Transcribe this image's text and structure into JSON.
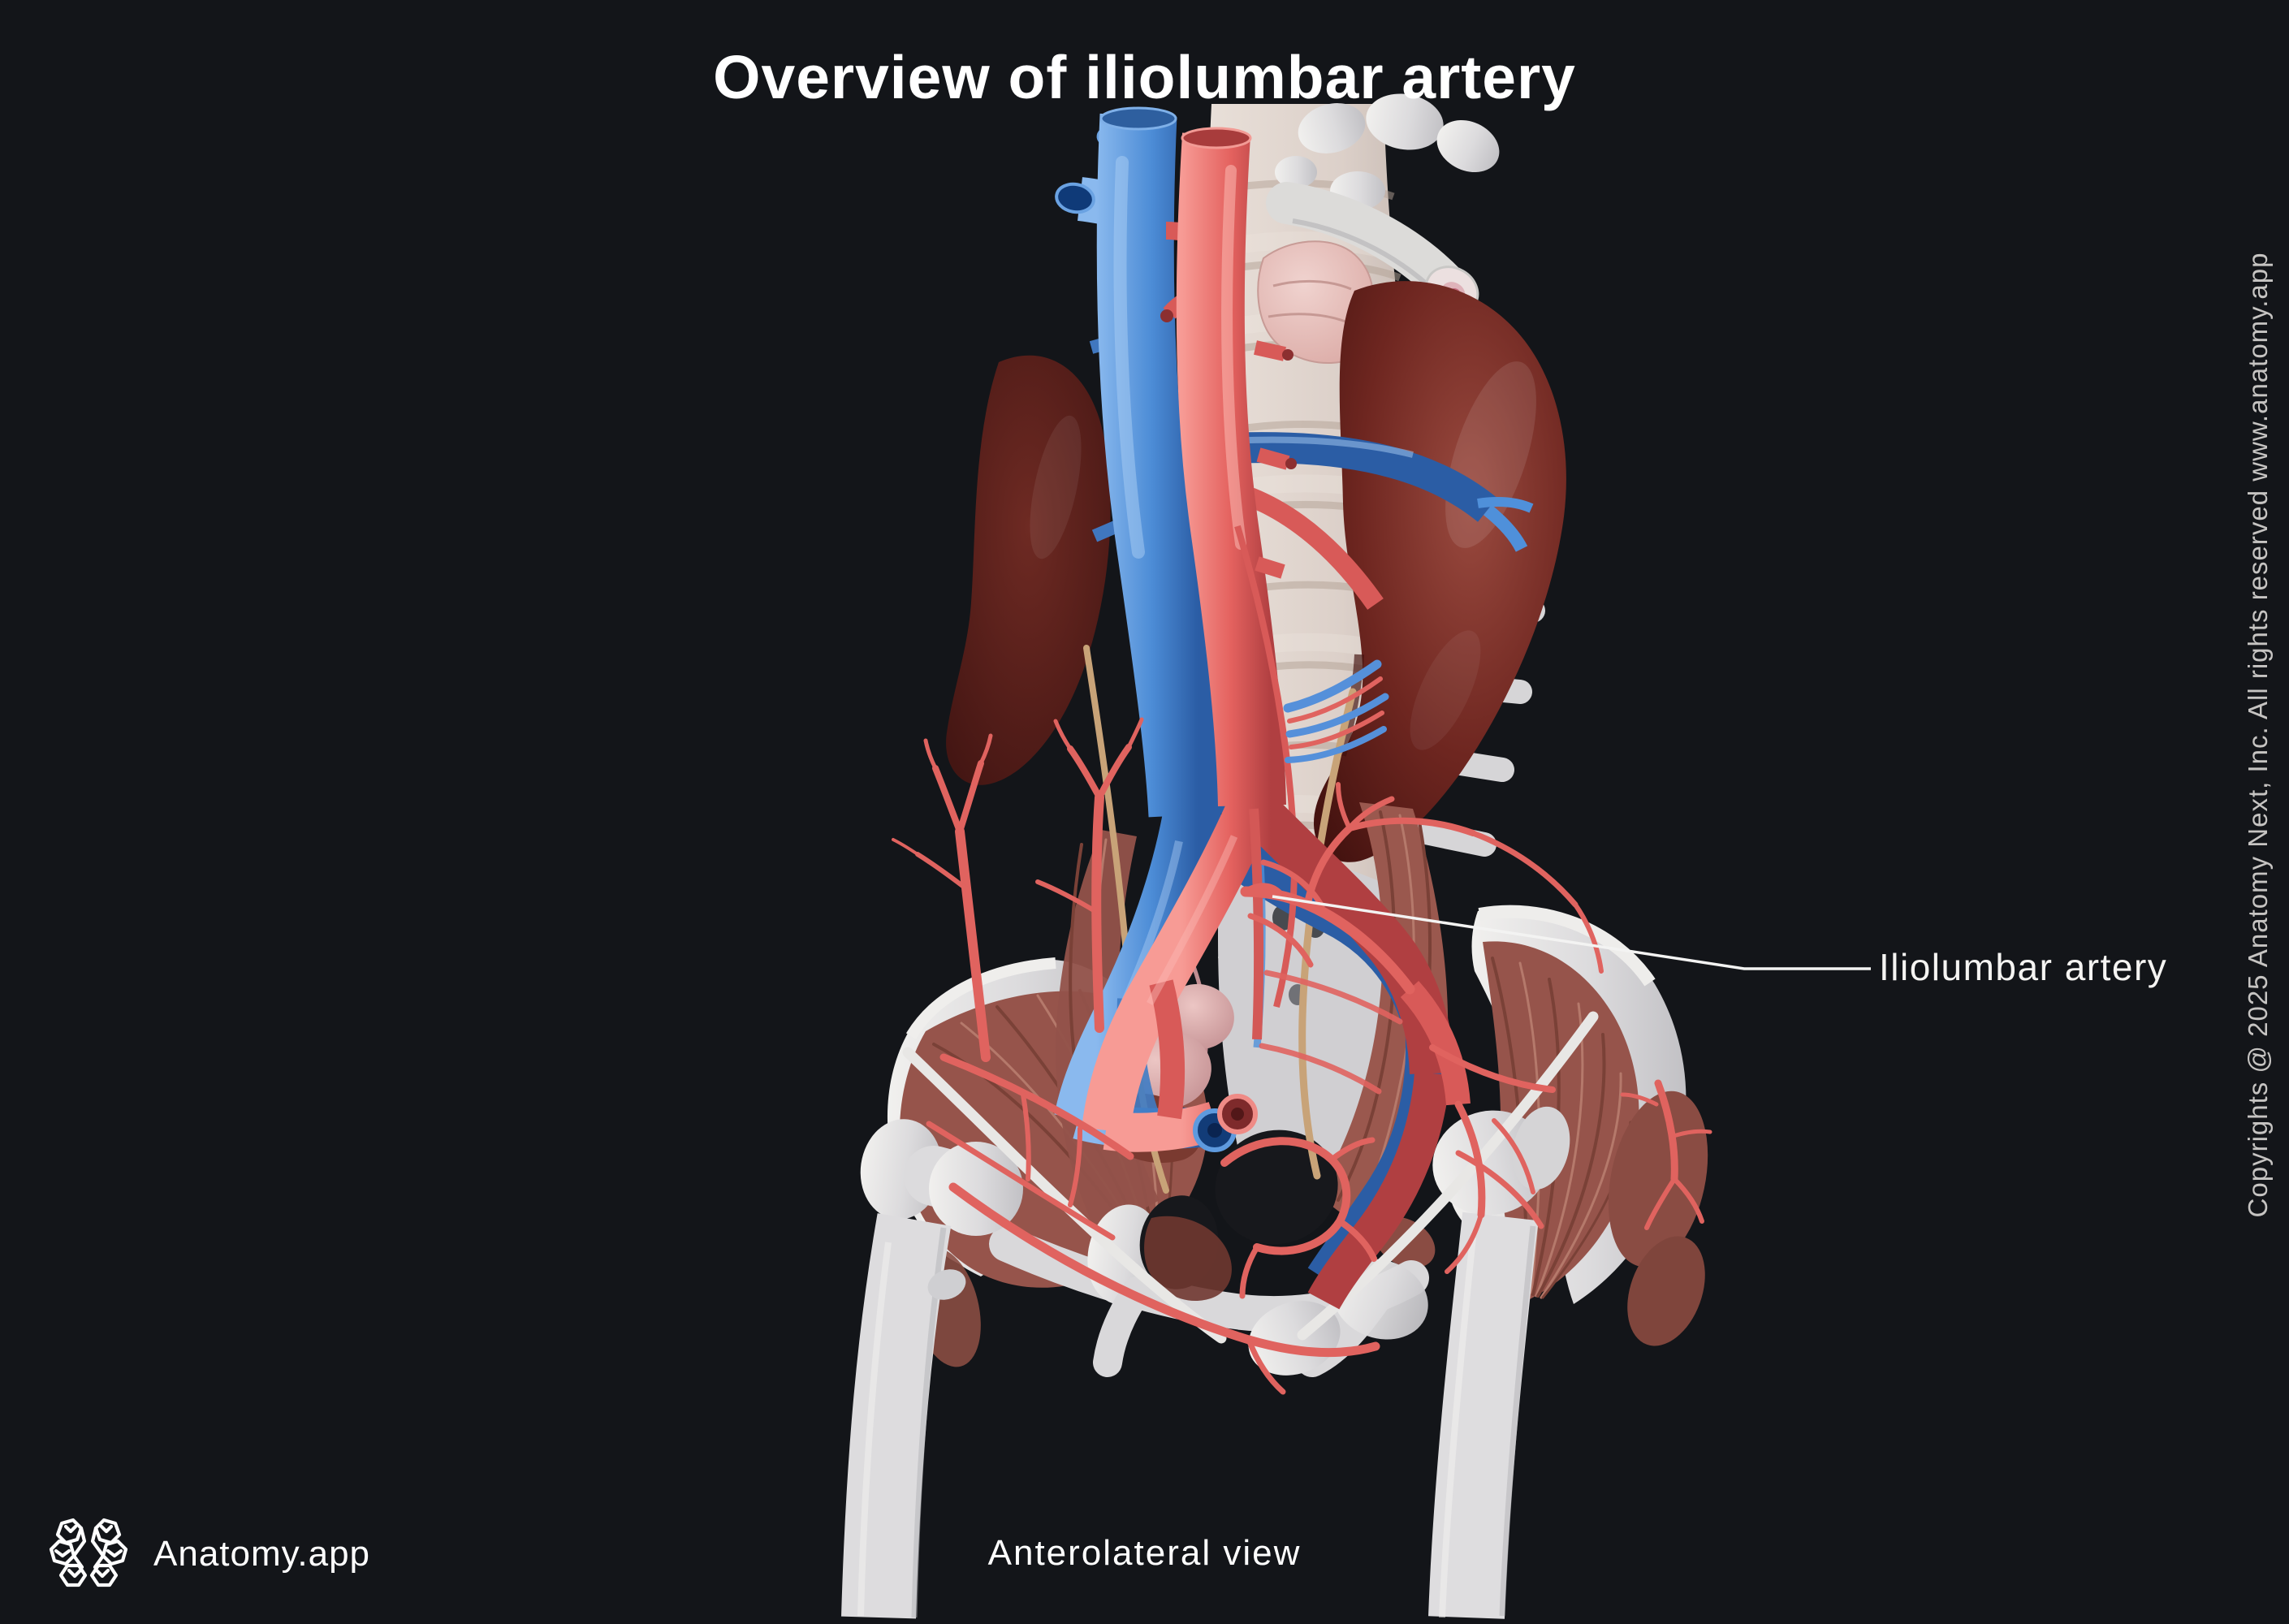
{
  "page": {
    "title": "Overview of iliolumbar artery",
    "view_caption": "Anterolateral view",
    "background_color": "#131519"
  },
  "annotation": {
    "label": "Iliolumbar artery",
    "leader_line_color": "#f3f3f2"
  },
  "brand": {
    "name": "Anatomy.app",
    "logo_icon": "brain-hex-icon"
  },
  "copyright": {
    "text": "Copyrights @ 2025 Anatomy Next, Inc. All rights reserved www.anatomy.app"
  },
  "colors": {
    "artery_red": "#e4625f",
    "vein_blue": "#4d8ed8",
    "bone_white": "#dcdbdd",
    "kidney_maroon": "#6b241e",
    "muscle_brown": "#96544b",
    "organ_pink": "#d8aaa8",
    "text_white": "#ffffff",
    "copyright_gray": "#c6c4c2"
  },
  "illustration": {
    "alt": "3D anatomical model seen from an anterolateral view: lumbar spine, lowest rib, kidneys, adrenal gland, inferior vena cava, abdominal aorta, iliac vessels with small arterial branches, pelvis with iliacus and psoas muscles, pelvic organs and proximal femurs",
    "structures": [
      "lumbar spine",
      "rib",
      "right kidney",
      "left kidney",
      "adrenal gland",
      "inferior vena cava",
      "abdominal aorta",
      "common iliac vessels",
      "iliolumbar artery",
      "sacrum",
      "pelvis",
      "iliacus muscle",
      "psoas muscle",
      "ureters",
      "urinary bladder",
      "femur",
      "inguinal ligament"
    ]
  }
}
